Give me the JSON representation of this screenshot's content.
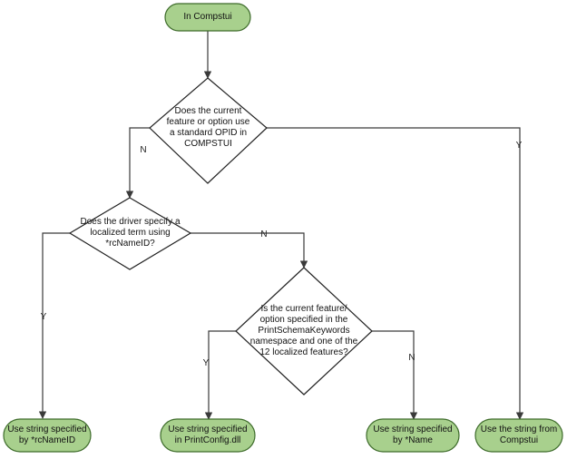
{
  "diagram": {
    "colors": {
      "terminal_fill": "#a8d08d",
      "terminal_stroke": "#3d6b2a",
      "decision_fill": "#ffffff",
      "decision_stroke": "#222222",
      "connector": "#3a3a3a"
    },
    "nodes": {
      "start": {
        "text": "In Compstui"
      },
      "decision_opid": {
        "text": "Does the current\nfeature or option use\na standard OPID in\nCOMPSTUI"
      },
      "decision_rcnameid": {
        "text": "Does the driver specify a\nlocalized term using\n*rcNameID?"
      },
      "decision_printschema": {
        "text": "Is the current feature/\noption specified in the\nPrintSchemaKeywords\nnamespace and one of the\n12 localized features?"
      },
      "end_rcnameid": {
        "text": "Use string specified\nby *rcNameID"
      },
      "end_printconfig": {
        "text": "Use string specified\nin PrintConfig.dll"
      },
      "end_name": {
        "text": "Use string specified\nby *Name"
      },
      "end_compstui": {
        "text": "Use the string from\nCompstui"
      }
    },
    "edge_labels": {
      "opid_no": "N",
      "opid_yes": "Y",
      "rcnameid_no": "N",
      "rcnameid_yes": "Y",
      "printschema_yes": "Y",
      "printschema_no": "N"
    }
  }
}
